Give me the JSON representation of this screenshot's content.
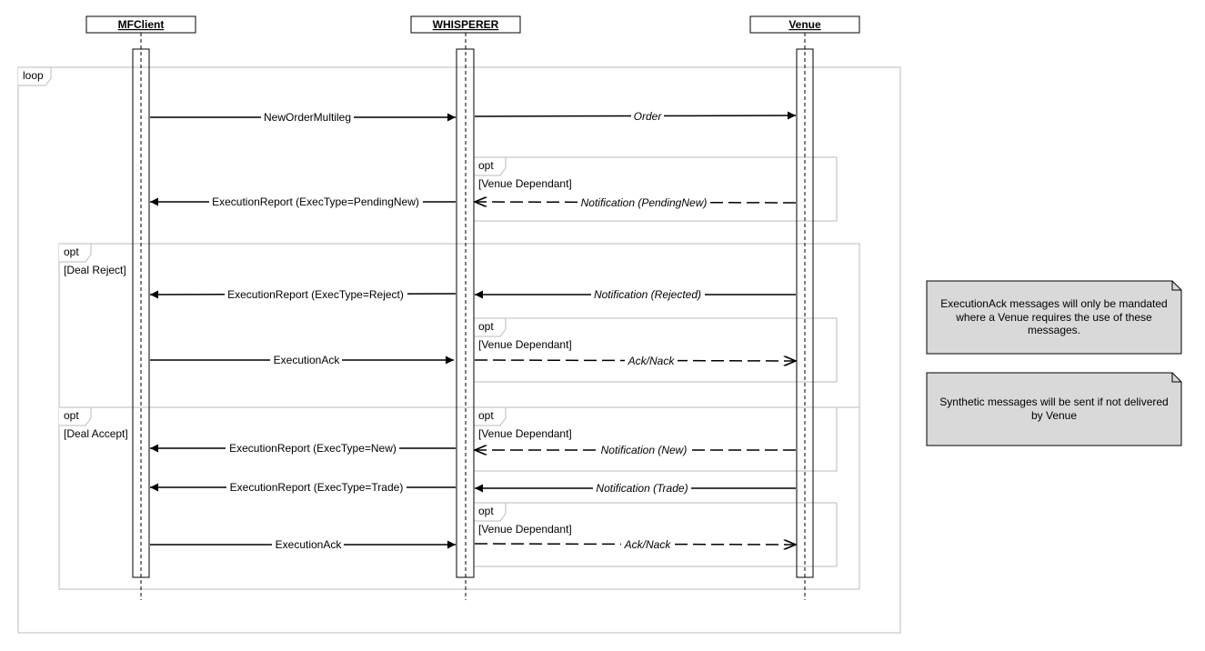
{
  "participants": [
    {
      "id": "mfclient",
      "label": "MFClient"
    },
    {
      "id": "whisperer",
      "label": "WHISPERER"
    },
    {
      "id": "venue",
      "label": "Venue"
    }
  ],
  "fragments": {
    "loop": {
      "keyword": "loop"
    },
    "deal_reject": {
      "keyword": "opt",
      "guard": "[Deal Reject]"
    },
    "deal_accept": {
      "keyword": "opt",
      "guard": "[Deal Accept]"
    },
    "venue_dep_pending": {
      "keyword": "opt",
      "guard": "[Venue Dependant]"
    },
    "venue_dep_ack1": {
      "keyword": "opt",
      "guard": "[Venue Dependant]"
    },
    "venue_dep_new": {
      "keyword": "opt",
      "guard": "[Venue Dependant]"
    },
    "venue_dep_ack2": {
      "keyword": "opt",
      "guard": "[Venue Dependant]"
    }
  },
  "messages": [
    {
      "id": "m1",
      "label": "NewOrderMultileg",
      "from": "mfclient",
      "to": "whisperer",
      "style": "sync",
      "italic": false
    },
    {
      "id": "m2",
      "label": "Order",
      "from": "whisperer",
      "to": "venue",
      "style": "sync",
      "italic": true
    },
    {
      "id": "m3",
      "label": "Notification (PendingNew)",
      "from": "venue",
      "to": "whisperer",
      "style": "async-dashed",
      "italic": true
    },
    {
      "id": "m4",
      "label": "ExecutionReport (ExecType=PendingNew)",
      "from": "whisperer",
      "to": "mfclient",
      "style": "sync",
      "italic": false
    },
    {
      "id": "m5",
      "label": "Notification (Rejected)",
      "from": "venue",
      "to": "whisperer",
      "style": "sync",
      "italic": true
    },
    {
      "id": "m6",
      "label": "ExecutionReport (ExecType=Reject)",
      "from": "whisperer",
      "to": "mfclient",
      "style": "sync",
      "italic": false
    },
    {
      "id": "m7",
      "label": "ExecutionAck",
      "from": "mfclient",
      "to": "whisperer",
      "style": "sync",
      "italic": false
    },
    {
      "id": "m8",
      "label": "Ack/Nack",
      "from": "whisperer",
      "to": "venue",
      "style": "async-dashed",
      "italic": true
    },
    {
      "id": "m9",
      "label": "Notification (New)",
      "from": "venue",
      "to": "whisperer",
      "style": "async-dashed",
      "italic": true
    },
    {
      "id": "m10",
      "label": "ExecutionReport (ExecType=New)",
      "from": "whisperer",
      "to": "mfclient",
      "style": "sync",
      "italic": false
    },
    {
      "id": "m11",
      "label": "Notification (Trade)",
      "from": "venue",
      "to": "whisperer",
      "style": "sync",
      "italic": true
    },
    {
      "id": "m12",
      "label": "ExecutionReport (ExecType=Trade)",
      "from": "whisperer",
      "to": "mfclient",
      "style": "sync",
      "italic": false
    },
    {
      "id": "m13",
      "label": "ExecutionAck",
      "from": "mfclient",
      "to": "whisperer",
      "style": "sync",
      "italic": false
    },
    {
      "id": "m14",
      "label": "Ack/Nack",
      "from": "whisperer",
      "to": "venue",
      "style": "async-dashed",
      "italic": true
    }
  ],
  "notes": [
    {
      "id": "note1",
      "lines": [
        "ExecutionAck messages will only be mandated",
        "where a Venue requires the use of these",
        "messages."
      ]
    },
    {
      "id": "note2",
      "lines": [
        "Synthetic messages will be sent if not delivered",
        "by Venue"
      ]
    }
  ],
  "colors": {
    "note_fill": "#d9d9d9",
    "frame_stroke": "#bbbbbb",
    "line": "#000000"
  }
}
